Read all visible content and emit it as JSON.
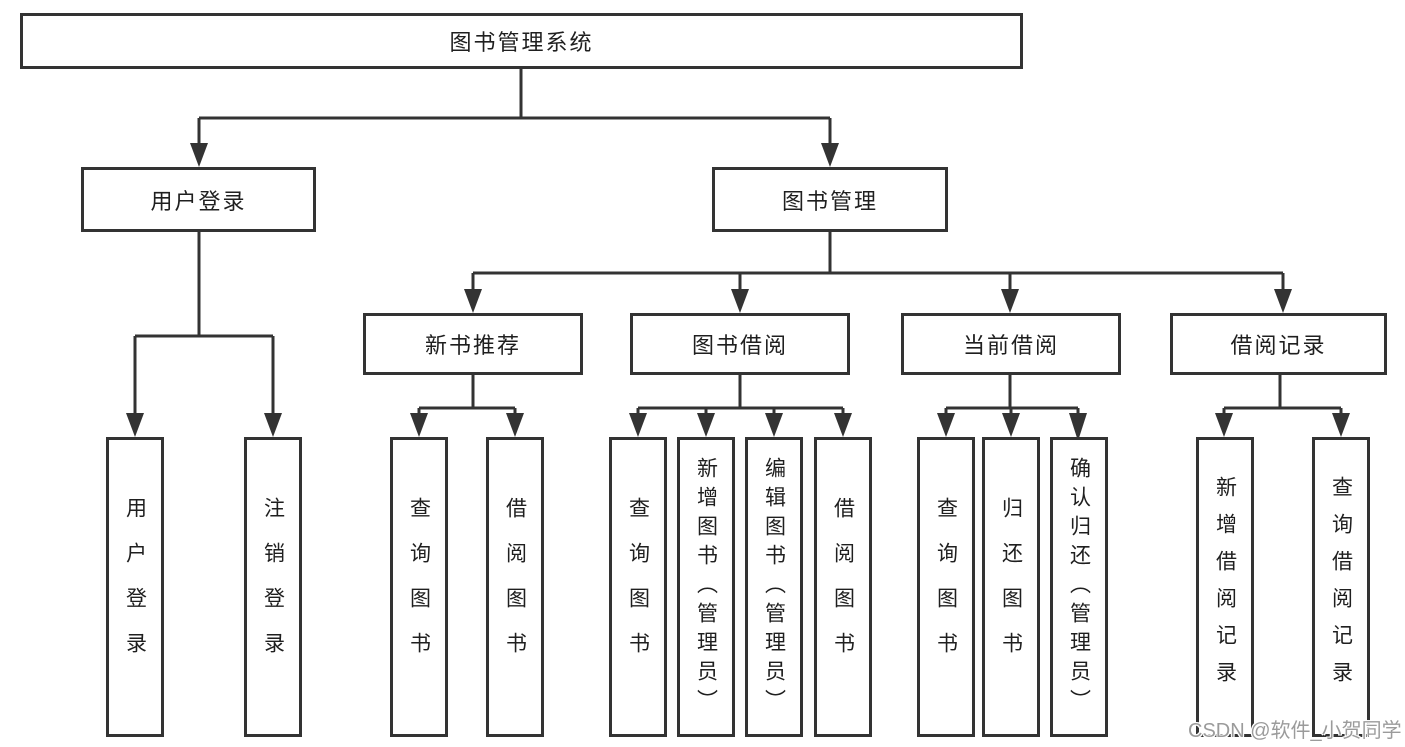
{
  "diagram": {
    "root": {
      "label": "图书管理系统"
    },
    "level2": [
      {
        "label": "用户登录"
      },
      {
        "label": "图书管理"
      }
    ],
    "level3": [
      {
        "label": "新书推荐"
      },
      {
        "label": "图书借阅"
      },
      {
        "label": "当前借阅"
      },
      {
        "label": "借阅记录"
      }
    ],
    "leaves": [
      {
        "label": "用户登录"
      },
      {
        "label": "注销登录"
      },
      {
        "label": "查询图书"
      },
      {
        "label": "借阅图书"
      },
      {
        "label": "查询图书"
      },
      {
        "label": "新增图书（管理员）"
      },
      {
        "label": "编辑图书（管理员）"
      },
      {
        "label": "借阅图书"
      },
      {
        "label": "查询图书"
      },
      {
        "label": "归还图书"
      },
      {
        "label": "确认归还（管理员）"
      },
      {
        "label": "新增借阅记录"
      },
      {
        "label": "查询借阅记录"
      }
    ],
    "colors": {
      "line": "#333333",
      "box_border": "#333333",
      "text": "#1f1f1f",
      "background": "#ffffff",
      "watermark": "#9b9b9b"
    },
    "watermark": "CSDN @软件_小贺同学"
  }
}
